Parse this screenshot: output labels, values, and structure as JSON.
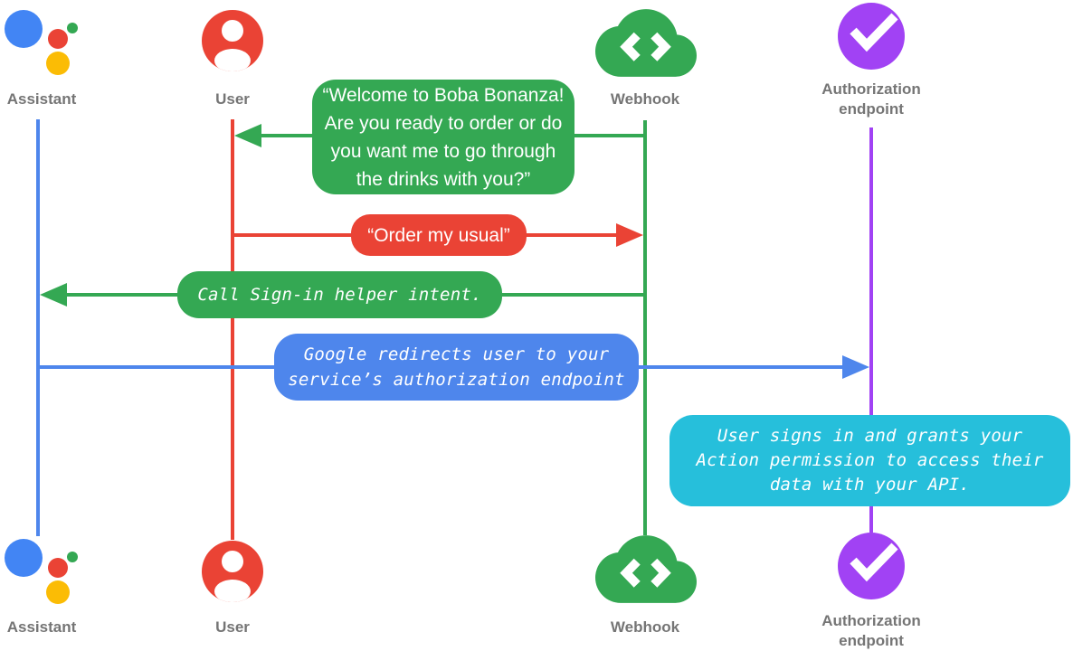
{
  "colors": {
    "assistant_blue": "#4E86EC",
    "user_red": "#EA4335",
    "webhook_green": "#34A853",
    "authorization_purple": "#A142F4",
    "info_cyan": "#26BFDB",
    "label_gray": "#757575",
    "logo_blue": "#4285F4",
    "logo_yellow": "#FBBC05"
  },
  "actors": {
    "assistant": {
      "label": "Assistant"
    },
    "user": {
      "label": "User"
    },
    "webhook": {
      "label": "Webhook"
    },
    "authorization": {
      "label": "Authorization\nendpoint"
    }
  },
  "messages": {
    "welcome": {
      "text": "“Welcome to Boba Bonanza!\nAre you ready to order or do\nyou want me to go through\nthe drinks with you?”",
      "arrow_from": "Webhook",
      "arrow_to": "User",
      "color": "#34A853"
    },
    "order": {
      "text": "“Order my usual”",
      "arrow_from": "User",
      "arrow_to": "Webhook",
      "color": "#EA4335"
    },
    "signin": {
      "text": "Call Sign-in helper intent.",
      "arrow_from": "Webhook",
      "arrow_to": "Assistant",
      "color": "#34A853"
    },
    "redirect": {
      "text": "Google redirects user to your\nservice’s authorization endpoint",
      "arrow_from": "Assistant",
      "arrow_to": "Authorization endpoint",
      "color": "#4E86EC"
    },
    "grant": {
      "text": "User signs in and grants your\nAction permission to access their\ndata with your API.",
      "color": "#26BFDB"
    }
  }
}
